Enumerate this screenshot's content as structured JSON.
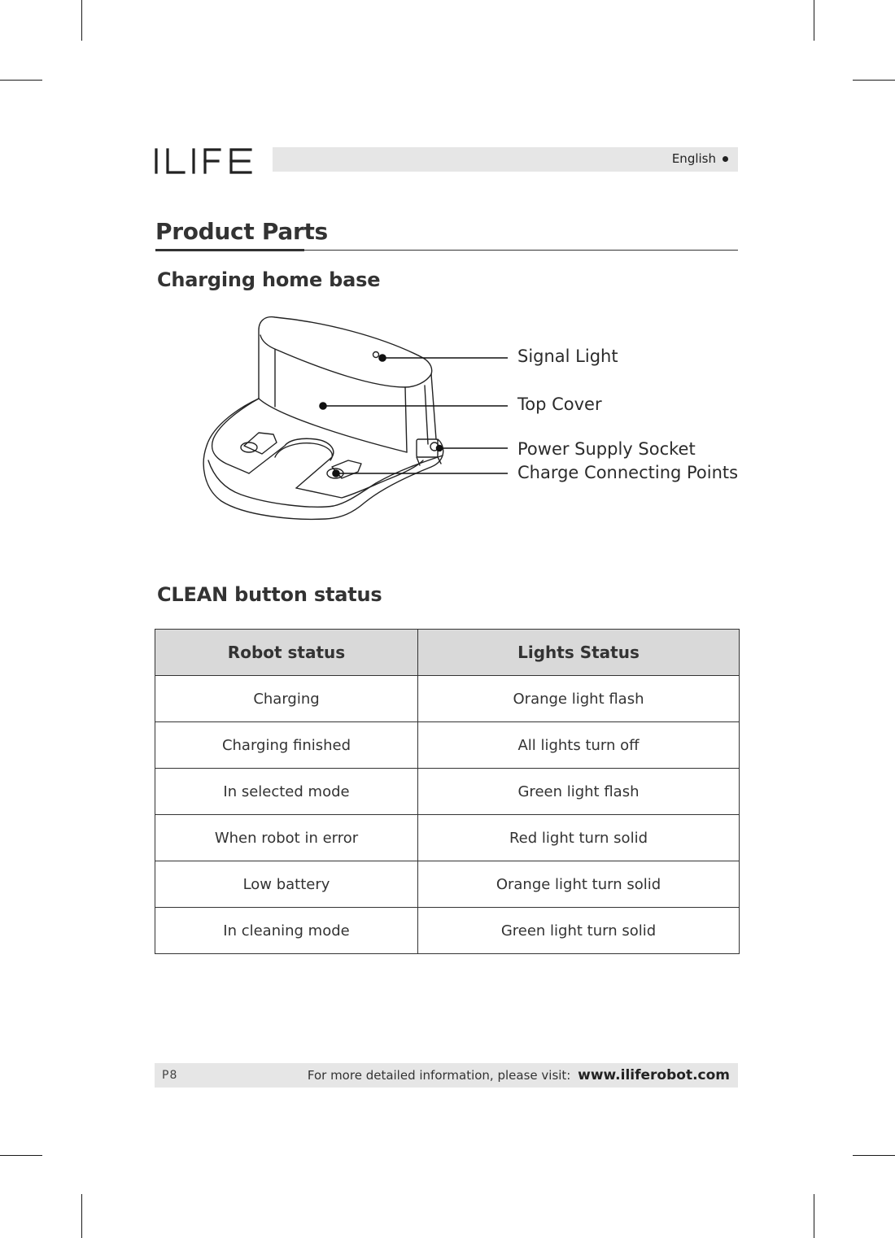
{
  "header": {
    "brand": "ILIFE",
    "language": "English"
  },
  "section": {
    "title": "Product Parts"
  },
  "charging_base": {
    "title": "Charging home base",
    "callouts": [
      "Signal Light",
      "Top Cover",
      "Power Supply Socket",
      "Charge Connecting Points"
    ]
  },
  "clean_button": {
    "title": "CLEAN button status",
    "columns": [
      "Robot status",
      "Lights Status"
    ],
    "rows": [
      [
        "Charging",
        "Orange light flash"
      ],
      [
        "Charging finished",
        "All lights turn off"
      ],
      [
        "In selected mode",
        "Green light flash"
      ],
      [
        "When robot in error",
        "Red light turn solid"
      ],
      [
        "Low battery",
        "Orange light turn solid"
      ],
      [
        "In cleaning mode",
        "Green light turn solid"
      ]
    ]
  },
  "footer": {
    "page": "P8",
    "text": "For more detailed information, please visit:",
    "url": "www.iliferobot.com"
  }
}
